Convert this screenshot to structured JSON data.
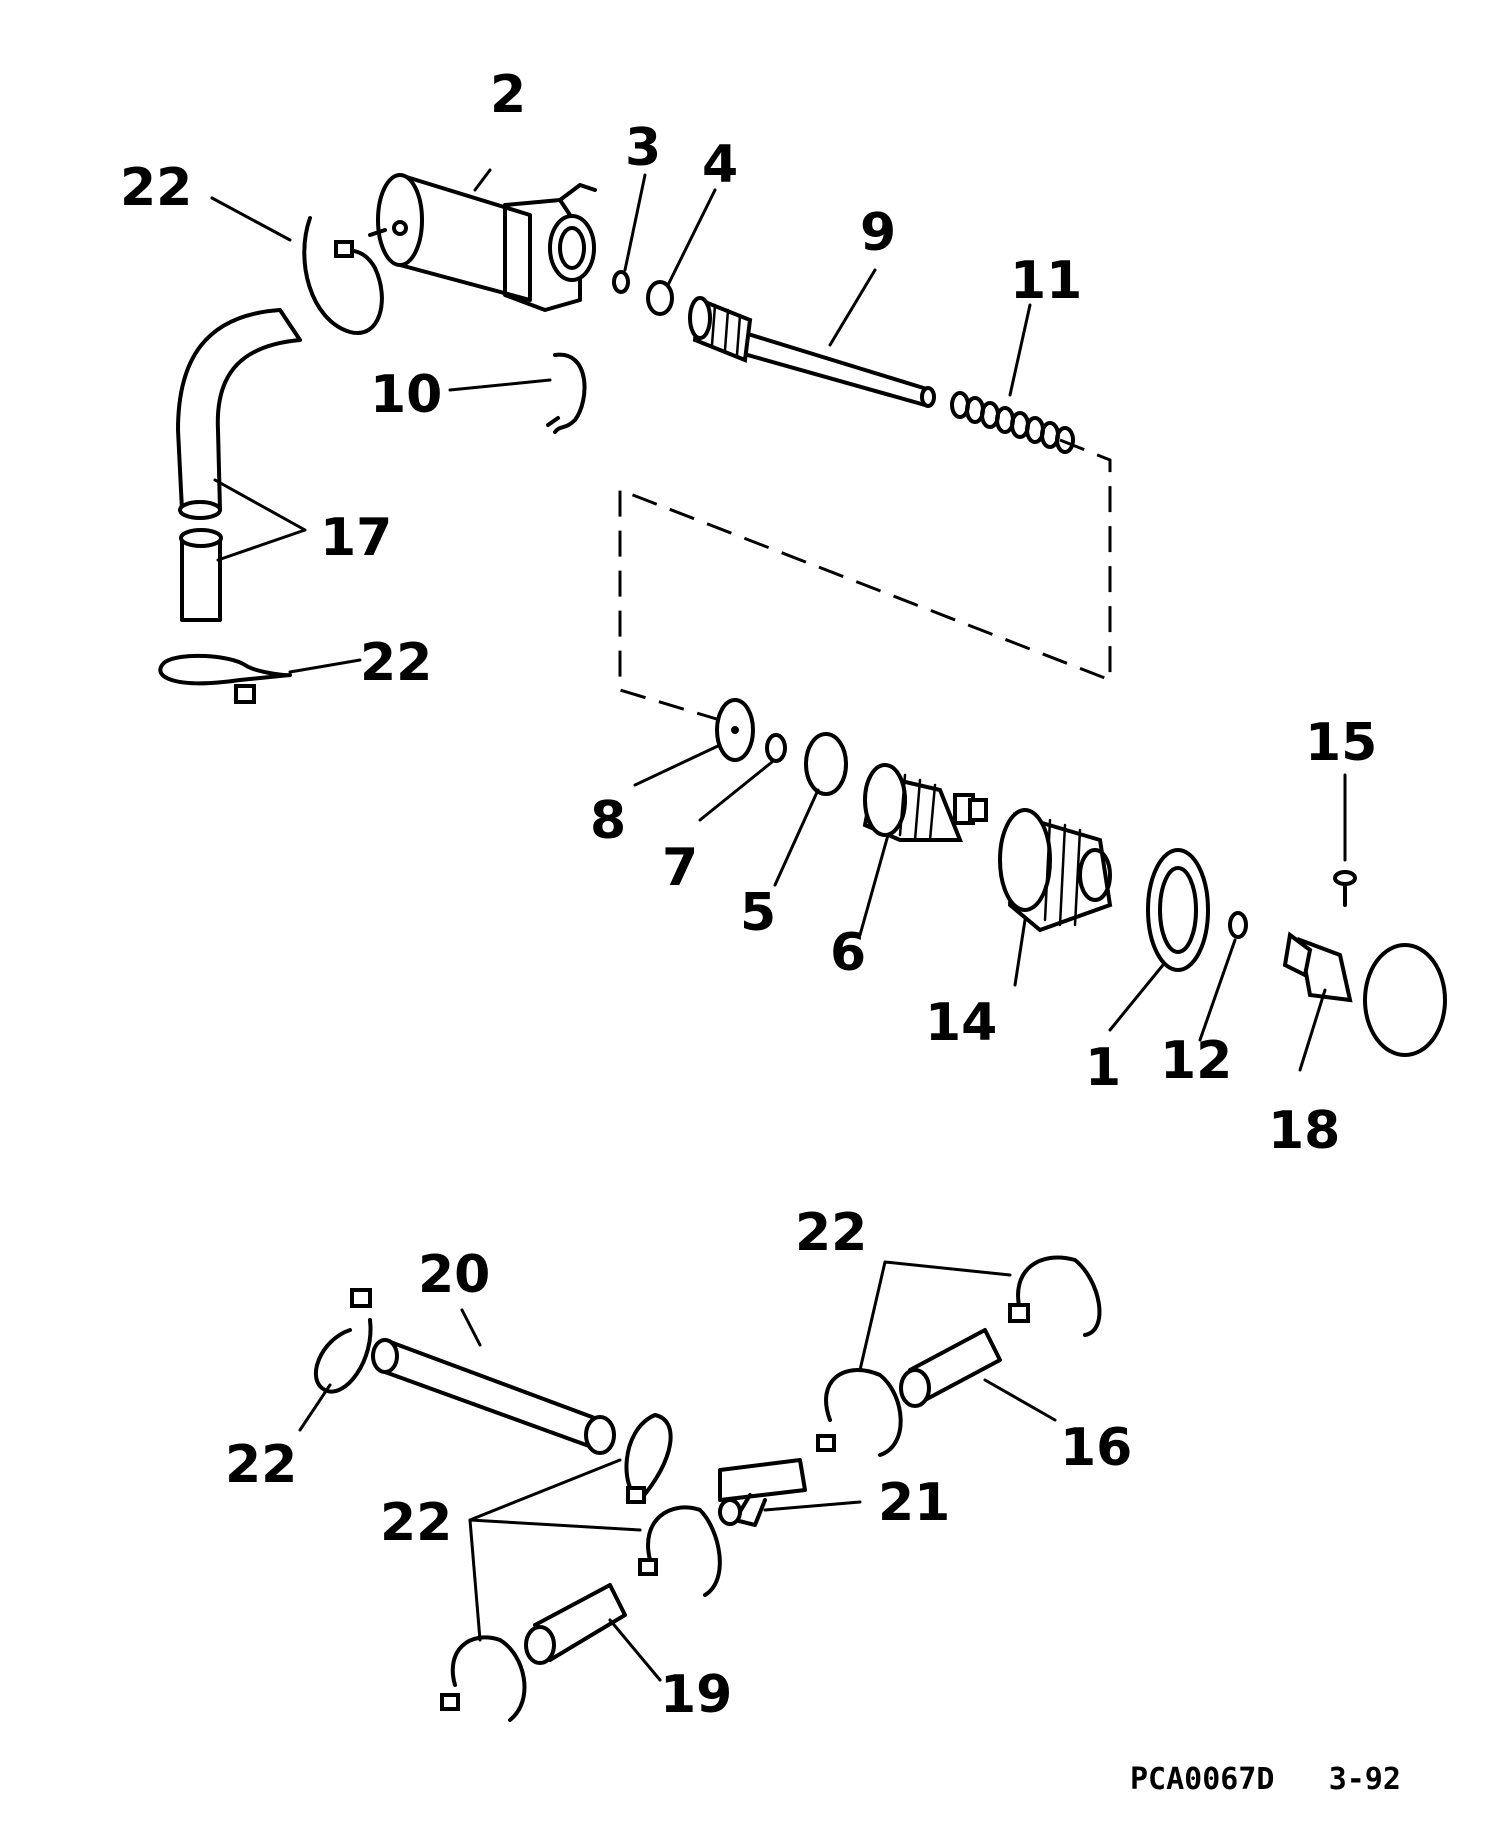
{
  "callouts": {
    "c1": "1",
    "c2": "2",
    "c3": "3",
    "c4": "4",
    "c5": "5",
    "c6": "6",
    "c7": "7",
    "c8": "8",
    "c9": "9",
    "c10": "10",
    "c11": "11",
    "c12": "12",
    "c14": "14",
    "c15": "15",
    "c16": "16",
    "c17": "17",
    "c18": "18",
    "c19": "19",
    "c20": "20",
    "c21": "21",
    "c22": "22"
  },
  "footer": {
    "code": "PCA0067D",
    "page": "3-92"
  }
}
